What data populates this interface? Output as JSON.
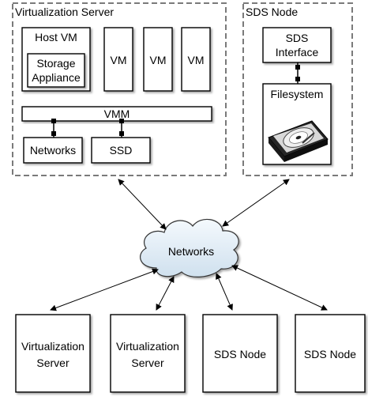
{
  "server": {
    "title": "Virtualization Server",
    "host_vm": "Host VM",
    "storage_line1": "Storage",
    "storage_line2": "Appliance",
    "vm1": "VM",
    "vm2": "VM",
    "vm3": "VM",
    "vmm": "VMM",
    "networks": "Networks",
    "ssd": "SSD"
  },
  "sds": {
    "title": "SDS Node",
    "interface_line1": "SDS",
    "interface_line2": "Interface",
    "filesystem": "Filesystem"
  },
  "cloud": {
    "label": "Networks"
  },
  "bottom": {
    "node1_line1": "Virtualization",
    "node1_line2": "Server",
    "node2_line1": "Virtualization",
    "node2_line2": "Server",
    "node3": "SDS Node",
    "node4": "SDS Node"
  }
}
